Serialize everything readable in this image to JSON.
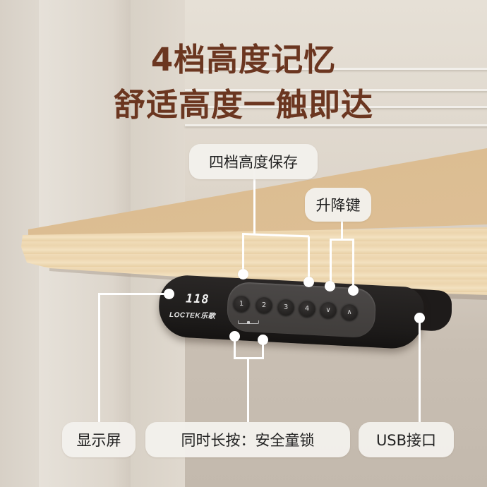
{
  "headline": {
    "line1": "4档高度记忆",
    "line2": "舒适高度一触即达",
    "color": "#6b3620"
  },
  "control_panel": {
    "display_value": "118",
    "brand": "LOCTEK乐歌",
    "keys": [
      {
        "id": "m1",
        "label": "1",
        "icon": "memory-1-icon"
      },
      {
        "id": "m2",
        "label": "2",
        "icon": "memory-2-icon"
      },
      {
        "id": "m3",
        "label": "3",
        "icon": "memory-3-icon"
      },
      {
        "id": "m4",
        "label": "4",
        "icon": "memory-4-icon"
      },
      {
        "id": "down",
        "label": "∨",
        "icon": "chevron-down-icon"
      },
      {
        "id": "up",
        "label": "∧",
        "icon": "chevron-up-icon"
      }
    ]
  },
  "callouts": {
    "memory": "四档高度保存",
    "updown": "升降键",
    "display": "显示屏",
    "child_lock": "同时长按：安全童锁",
    "usb": "USB接口"
  }
}
